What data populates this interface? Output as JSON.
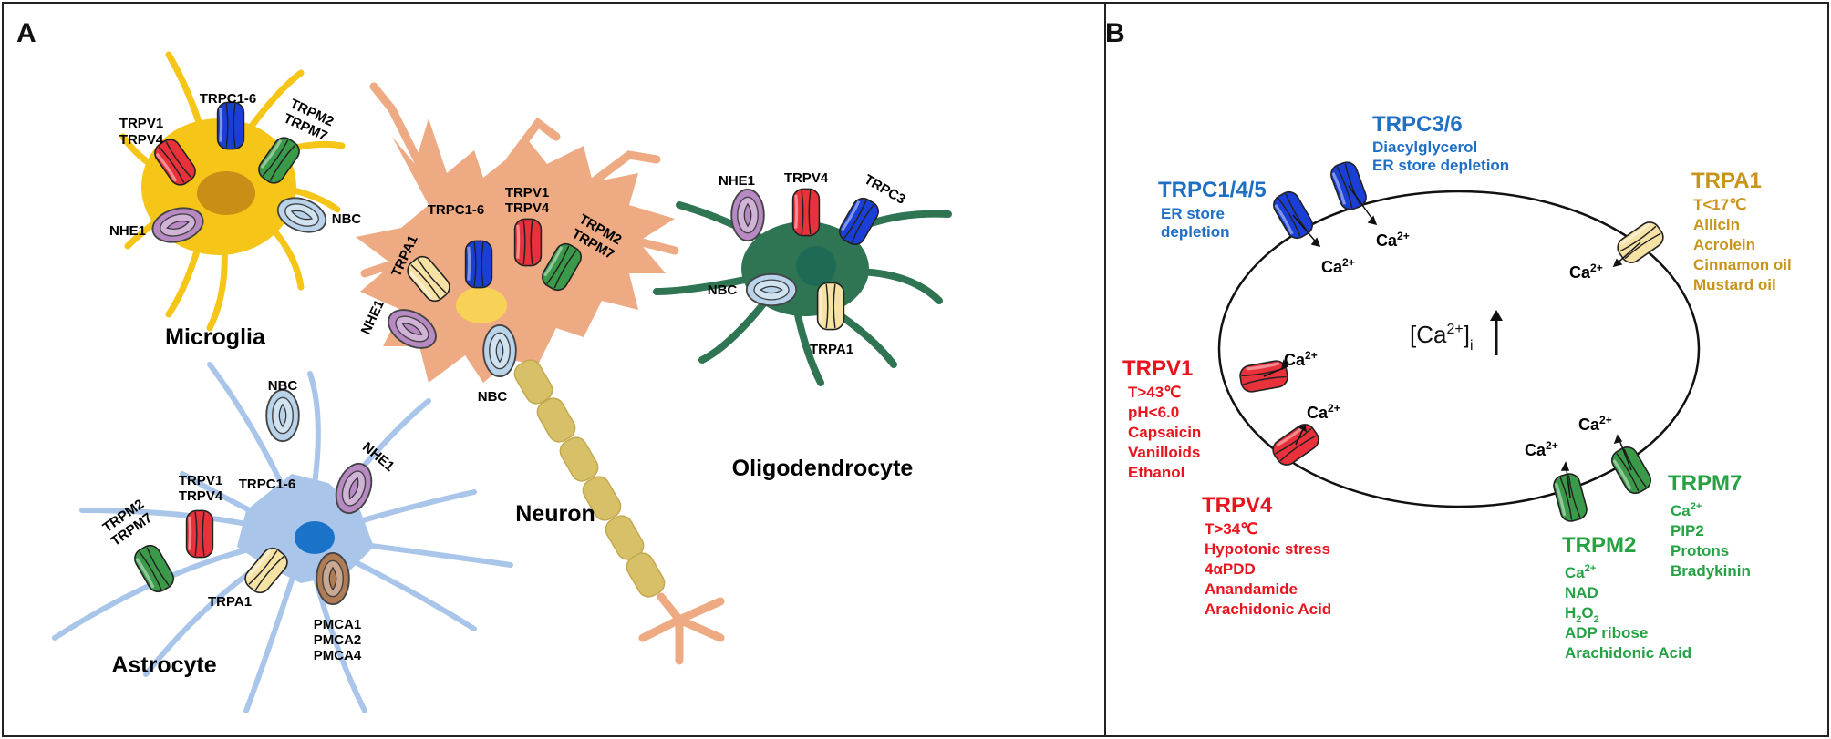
{
  "panels": {
    "a": {
      "letter": "A",
      "cells": {
        "microglia": {
          "name": "Microglia",
          "labels": {
            "trpc": "TRPC1-6",
            "trpv": [
              "TRPV1",
              "TRPV4"
            ],
            "trpm": [
              "TRPM2",
              "TRPM7"
            ],
            "nhe": "NHE1",
            "nbc": "NBC"
          }
        },
        "neuron": {
          "name": "Neuron",
          "labels": {
            "trpa": "TRPA1",
            "trpc": "TRPC1-6",
            "trpv": [
              "TRPV1",
              "TRPV4"
            ],
            "trpm": [
              "TRPM2",
              "TRPM7"
            ],
            "nhe": "NHE1",
            "nbc": "NBC"
          }
        },
        "oligodendrocyte": {
          "name": "Oligodendrocyte",
          "labels": {
            "nhe": "NHE1",
            "trpv": "TRPV4",
            "trpc": "TRPC3",
            "nbc": "NBC",
            "trpa": "TRPA1"
          }
        },
        "astrocyte": {
          "name": "Astrocyte",
          "labels": {
            "nbc": "NBC",
            "nhe": "NHE1",
            "trpc": "TRPC1-6",
            "trpv": [
              "TRPV1",
              "TRPV4"
            ],
            "trpm": [
              "TRPM2",
              "TRPM7"
            ],
            "trpa": "TRPA1",
            "pmca": [
              "PMCA1",
              "PMCA2",
              "PMCA4"
            ]
          }
        }
      }
    },
    "b": {
      "letter": "B",
      "center": {
        "ca": "[Ca",
        "sup": "2+",
        "close": "]",
        "sub": "i"
      },
      "ion": {
        "base": "Ca",
        "sup": "2+"
      },
      "groups": {
        "trpc145": {
          "title": "TRPC1/4/5",
          "lines": [
            "ER store",
            "depletion"
          ]
        },
        "trpc36": {
          "title": "TRPC3/6",
          "lines": [
            "Diacylglycerol",
            "ER store depletion"
          ]
        },
        "trpa1": {
          "title": "TRPA1",
          "lines": [
            "T<17℃",
            "Allicin",
            "Acrolein",
            "Cinnamon oil",
            "Mustard oil"
          ]
        },
        "trpv1": {
          "title": "TRPV1",
          "lines": [
            "T>43℃",
            "pH<6.0",
            "Capsaicin",
            "Vanilloids",
            "Ethanol"
          ]
        },
        "trpv4": {
          "title": "TRPV4",
          "lines": [
            "T>34℃",
            "Hypotonic stress",
            "4αPDD",
            "Anandamide",
            "Arachidonic Acid"
          ]
        },
        "trpm2": {
          "title": "TRPM2",
          "ca_line": "Ca",
          "ca_sup": "2+",
          "lines": [
            "NAD"
          ],
          "h2o2": {
            "h": "H",
            "s1": "2",
            "o": "O",
            "s2": "2"
          },
          "lines_after": [
            "ADP ribose",
            "Arachidonic Acid"
          ]
        },
        "trpm7": {
          "title": "TRPM7",
          "ca_line": "Ca",
          "ca_sup": "2+",
          "lines": [
            "PIP2",
            "Protons",
            "Bradykinin"
          ]
        }
      }
    }
  },
  "colors": {
    "trpc": "#1a3fd6",
    "trpv": "#e8313a",
    "trpm": "#3a9a4a",
    "trpa": "#d9a531",
    "nhe": "#b88ac4",
    "nbc": "#b9d3ea",
    "pmca": "#b07c55",
    "text_blue": "#1f6fc5",
    "text_gold": "#c8951a",
    "text_red": "#e8141e",
    "text_green": "#25a244",
    "microglia": "#f5c518",
    "neuron": "#eeaa82",
    "oligo": "#2f7553",
    "astro": "#a9c6ea",
    "axon": "#d8c068"
  }
}
